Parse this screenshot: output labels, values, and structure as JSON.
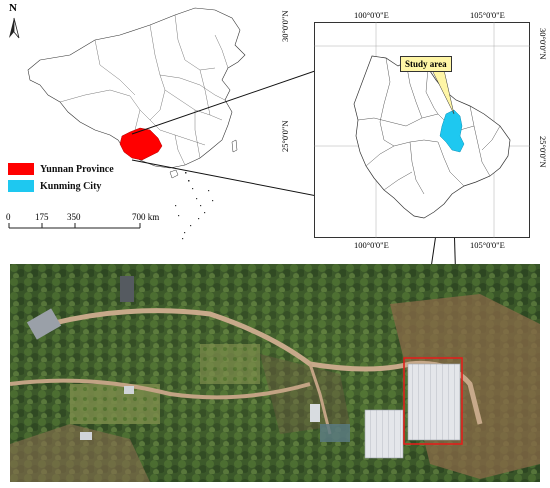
{
  "north_arrow": {
    "label": "N"
  },
  "legend": {
    "items": [
      {
        "label": "Yunnan Province",
        "color": "#ff0000"
      },
      {
        "label": "Kunming City",
        "color": "#1ec8f0"
      }
    ]
  },
  "scale_bar": {
    "ticks": [
      "0",
      "175",
      "350",
      "700 km"
    ]
  },
  "inset": {
    "callout": "Study area",
    "callout_color": "#fff6a6",
    "top_ticks": [
      "100°0'0\"E",
      "105°0'0\"E"
    ],
    "bottom_ticks": [
      "100°0'0\"E",
      "105°0'0\"E"
    ],
    "left_ticks": [
      "30°0'0\"N",
      "25°0'0\"N"
    ],
    "right_ticks": [
      "30°0'0\"N",
      "25°0'0\"N"
    ]
  },
  "colors": {
    "yunnan": "#ff0000",
    "kunming": "#1ec8f0",
    "study_box": "#e0201c",
    "outline": "#333333"
  }
}
